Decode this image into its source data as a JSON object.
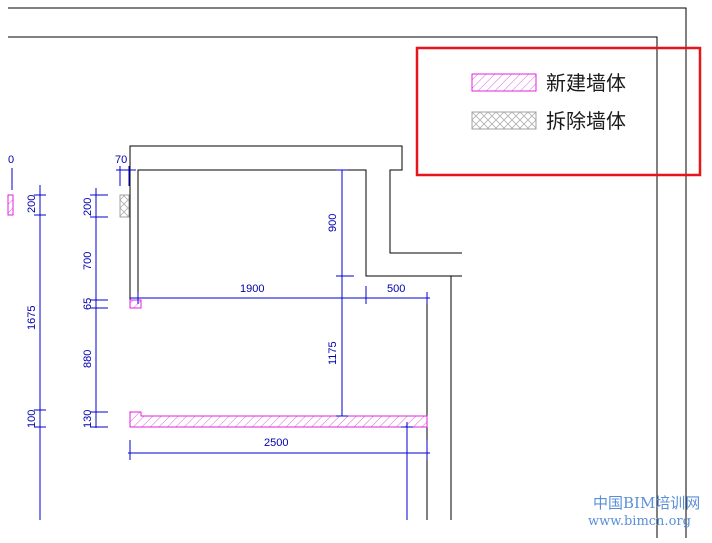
{
  "legend": {
    "items": [
      {
        "label": "新建墙体",
        "kind": "new-wall"
      },
      {
        "label": "拆除墙体",
        "kind": "demolished-wall"
      }
    ],
    "highlight_color": "#e8141c"
  },
  "dimensions": {
    "top_left": "0",
    "top_70": "70",
    "left_200": "200",
    "mid_200": "200",
    "mid_700": "700",
    "mid_65": "65",
    "mid_880": "880",
    "mid_130": "130",
    "left_1675": "1675",
    "left_100": "100",
    "d_900": "900",
    "d_1900": "1900",
    "d_500": "500",
    "d_1175": "1175",
    "d_2500": "2500"
  },
  "watermark": {
    "line1": "中国BIM培训网",
    "line2": "www.bimcn.org"
  },
  "colors": {
    "dimension": "#0000d0",
    "new_wall": "#e020e0",
    "demolished_wall": "#a0a0a0",
    "wall": "#000000",
    "watermark": "#5a8fd8"
  }
}
